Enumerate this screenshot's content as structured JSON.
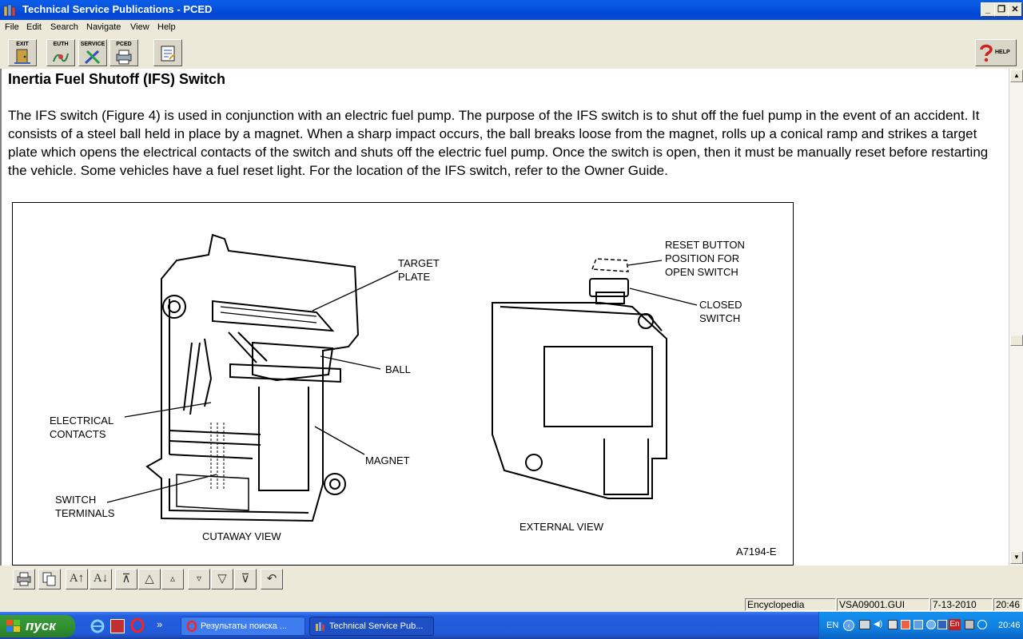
{
  "window": {
    "title": "Technical Service Publications - PCED",
    "controls": {
      "minimize": "_",
      "restore": "❐",
      "close": "✕"
    }
  },
  "menu": [
    "File",
    "Edit",
    "Search",
    "Navigate",
    "View",
    "Help"
  ],
  "toolbar": {
    "exit": "EXIT",
    "euth": "EUTH",
    "service": "SERVICE",
    "pced": "PCED",
    "help": "HELP"
  },
  "document": {
    "heading": "Inertia Fuel Shutoff (IFS) Switch",
    "paragraph": "The IFS switch (Figure 4) is used in conjunction with an electric fuel pump. The purpose of the IFS switch is to shut off the fuel pump in the event of an accident. It consists of a steel ball held in place by a magnet. When a sharp impact occurs, the ball breaks loose from the magnet, rolls up a conical ramp and strikes a target plate which opens the electrical contacts of the switch and shuts off the electric fuel pump. Once the switch is open, then it must be manually reset before restarting the vehicle. Some vehicles have a fuel reset light. For the location of the IFS switch, refer to the Owner Guide."
  },
  "figure": {
    "labels": {
      "target_plate": [
        "TARGET",
        "PLATE"
      ],
      "ball": "BALL",
      "electrical_contacts": [
        "ELECTRICAL",
        "CONTACTS"
      ],
      "magnet": "MAGNET",
      "switch_terminals": [
        "SWITCH",
        "TERMINALS"
      ],
      "cutaway_view": "CUTAWAY VIEW",
      "reset_button": [
        "RESET BUTTON",
        "POSITION FOR",
        "OPEN SWITCH"
      ],
      "closed_switch": [
        "CLOSED",
        "SWITCH"
      ],
      "external_view": "EXTERNAL VIEW",
      "figure_id": "A7194-E"
    }
  },
  "status": {
    "section": "Encyclopedia",
    "file": "VSA09001.GUI",
    "date": "7-13-2010",
    "time": "20:46"
  },
  "taskbar": {
    "start": "пуск",
    "tasks": [
      "Результаты поиска ...",
      "Technical Service Pub..."
    ],
    "lang": "EN",
    "tray_lang": "En",
    "clock": "20:46"
  }
}
